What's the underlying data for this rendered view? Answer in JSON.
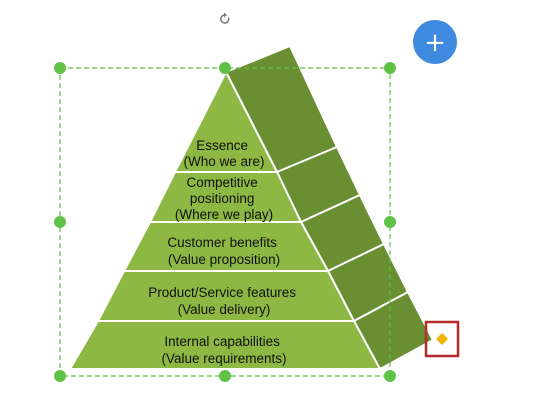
{
  "colors": {
    "front_face": "#8db843",
    "side_face": "#6a8f33",
    "layer_divider": "#ffffff",
    "selection": "#5fc246",
    "handle": "#5fc246",
    "add_button": "#3d8ae0",
    "adjust_handle": "#f2b400",
    "highlight_box": "#b32b2b"
  },
  "pyramid": {
    "layers": [
      {
        "lines": [
          "Essence",
          "(Who we are)"
        ]
      },
      {
        "lines": [
          "Competitive",
          "positioning",
          "(Where we play)"
        ]
      },
      {
        "lines": [
          "Customer benefits",
          "(Value proposition)"
        ]
      },
      {
        "lines": [
          "Product/Service features",
          "(Value delivery)"
        ]
      },
      {
        "lines": [
          "Internal capabilities",
          "(Value requirements)"
        ]
      }
    ]
  },
  "icons": {
    "add_button": "plus-icon",
    "rotate_handle": "rotate-icon",
    "adjust_handle": "diamond-handle-icon"
  },
  "add_button": {
    "label": "+"
  }
}
